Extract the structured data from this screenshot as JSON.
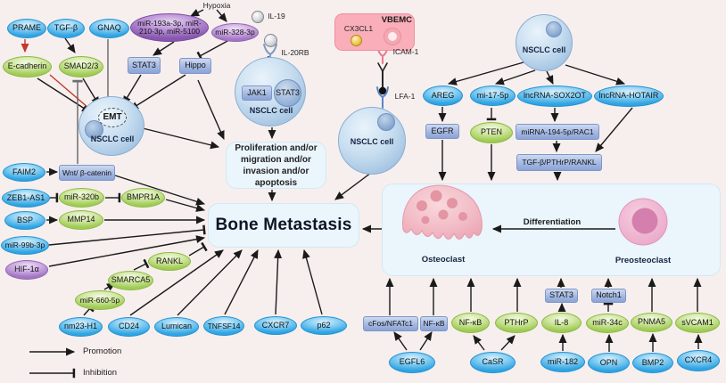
{
  "title": "NSCLC bone metastasis signaling diagram",
  "n": {
    "prame": "PRAME",
    "tgfb": "TGF-β",
    "gnaq": "GNAQ",
    "mir193": "miR-193a-3p, miR-210-3p, miR-5100",
    "hypoxia": "Hypoxia",
    "mir328": "miR-328-3p",
    "il19": "IL-19",
    "il20rb": "IL-20RB",
    "ecad": "E-cadherin",
    "smad23": "SMAD2/3",
    "stat3top": "STAT3",
    "hippo": "Hippo",
    "emt": "EMT",
    "nsclc1": "NSCLC cell",
    "jak1": "JAK1",
    "stat3cell": "STAT3",
    "nsclc2": "NSCLC cell",
    "vbemc": "VBEMC",
    "cx3cl1": "CX3CL1",
    "icam1": "ICAM-1",
    "lfa1": "LFA-1",
    "nsclc3": "NSCLC cell",
    "nsclc4": "NSCLC cell",
    "areg": "AREG",
    "mi17": "mi-17-5p",
    "sox2ot": "lncRNA-SOX2OT",
    "hotair": "lncRNA-HOTAIR",
    "egfr": "EGFR",
    "pten": "PTEN",
    "mirna194": "miRNA-194-5p/RAC1",
    "tgfrankl": "TGF-β/PTHrP/RANKL",
    "faim2": "FAIM2",
    "wnt": "Wnt/ β-catenin",
    "zeb1as1": "ZEB1-AS1",
    "mir320b": "miR-320b",
    "bmpr1a": "BMPR1A",
    "bsp": "BSP",
    "mmp14": "MMP14",
    "mir99b": "miR-99b-3p",
    "hif1a": "HIF-1α",
    "rankl": "RANKL",
    "smarca5": "SMARCA5",
    "mir660": "miR-660-5p",
    "nm23h1": "nm23-H1",
    "cd24": "CD24",
    "lumican": "Lumican",
    "tnfsf14": "TNFSF14",
    "cxcr7": "CXCR7",
    "p62": "p62",
    "prolif": "Proliferation and/or\nmigration and/or\ninvasion and/or\napoptosis",
    "bone": "Bone Metastasis",
    "osteoclast": "Osteoclast",
    "preosteoclast": "Preosteoclast",
    "differentiation": "Differentiation",
    "cfos": "cFos/NFATc1",
    "nfkbR": "NF-κB",
    "nfkbG": "NF-κB",
    "pthrp": "PTHrP",
    "il8": "IL-8",
    "mir34c": "miR-34c",
    "pnma5": "PNMA5",
    "svcam1": "sVCAM1",
    "stat3b": "STAT3",
    "notch1": "Notch1",
    "egfl6": "EGFL6",
    "casr": "CaSR",
    "mir182": "miR-182",
    "opn": "OPN",
    "bmp2": "BMP2",
    "cxcr4": "CXCR4"
  },
  "legend": {
    "promotion": "Promotion",
    "inhibition": "Inhibition"
  },
  "colors": {
    "background": "#f7efee",
    "blue_node": "#2fa4e2",
    "green_node": "#a0cb55",
    "purple_node": "#8757ae",
    "rect_node": "#8ba3d6",
    "light_blue_box": "#eaf5fc",
    "pink_box": "#f9aeb9",
    "inhibition_red": "#c0392b",
    "arrow_black": "#1a1a1a",
    "osteoclast_pink": "#efadba",
    "preosteoclast_pink": "#d57fae"
  },
  "edges": [
    [
      "Hypoxia",
      "miR-193a-3p, miR-210-3p, miR-5100",
      "promotion"
    ],
    [
      "Hypoxia",
      "miR-328-3p",
      "promotion"
    ],
    [
      "PRAME",
      "E-cadherin",
      "promotion-red"
    ],
    [
      "TGF-β",
      "SMAD2/3",
      "promotion"
    ],
    [
      "GNAQ",
      "EMT",
      "inhibition"
    ],
    [
      "miR-193a-3p, miR-210-3p, miR-5100",
      "STAT3",
      "promotion"
    ],
    [
      "miR-328-3p",
      "Hippo",
      "inhibition"
    ],
    [
      "STAT3",
      "EMT",
      "promotion"
    ],
    [
      "Hippo",
      "EMT",
      "promotion"
    ],
    [
      "SMAD2/3",
      "EMT",
      "promotion"
    ],
    [
      "E-cadherin",
      "EMT",
      "promotion"
    ],
    [
      "E-cadherin",
      "EMT",
      "inhibition-red"
    ],
    [
      "Wnt/ β-catenin",
      "SMAD2/3",
      "inhibition"
    ],
    [
      "NSCLC cell (EMT)",
      "Proliferation and/or migration and/or invasion and/or apoptosis",
      "promotion"
    ],
    [
      "Hippo",
      "Proliferation and/or migration and/or invasion and/or apoptosis",
      "promotion"
    ],
    [
      "IL-19 / IL-20RB",
      "JAK1",
      "promotion"
    ],
    [
      "JAK1",
      "STAT3",
      "promotion"
    ],
    [
      "NSCLC cell (JAK1/STAT3)",
      "Proliferation and/or migration and/or invasion and/or apoptosis",
      "promotion"
    ],
    [
      "Proliferation and/or migration and/or invasion and/or apoptosis",
      "Bone Metastasis",
      "promotion"
    ],
    [
      "CX3CL1",
      "ICAM-1",
      "promotion"
    ],
    [
      "ICAM-1",
      "LFA-1",
      "binding"
    ],
    [
      "NSCLC cell (LFA-1)",
      "Bone Metastasis",
      "promotion"
    ],
    [
      "FAIM2",
      "Wnt/ β-catenin",
      "promotion"
    ],
    [
      "Wnt/ β-catenin",
      "Bone Metastasis",
      "promotion"
    ],
    [
      "ZEB1-AS1",
      "miR-320b",
      "inhibition"
    ],
    [
      "miR-320b",
      "BMPR1A",
      "inhibition"
    ],
    [
      "BMPR1A",
      "Bone Metastasis",
      "promotion"
    ],
    [
      "BSP",
      "MMP14",
      "promotion"
    ],
    [
      "MMP14",
      "Bone Metastasis",
      "promotion"
    ],
    [
      "miR-99b-3p",
      "Bone Metastasis",
      "inhibition"
    ],
    [
      "HIF-1α",
      "Bone Metastasis",
      "promotion"
    ],
    [
      "nm23-H1",
      "miR-660-5p",
      "inhibition"
    ],
    [
      "miR-660-5p",
      "SMARCA5",
      "promotion"
    ],
    [
      "SMARCA5",
      "RANKL",
      "inhibition"
    ],
    [
      "RANKL",
      "Bone Metastasis",
      "inhibition"
    ],
    [
      "CD24",
      "Bone Metastasis",
      "promotion"
    ],
    [
      "Lumican",
      "Bone Metastasis",
      "promotion"
    ],
    [
      "TNFSF14",
      "Bone Metastasis",
      "promotion"
    ],
    [
      "CXCR7",
      "Bone Metastasis",
      "promotion"
    ],
    [
      "p62",
      "Bone Metastasis",
      "promotion"
    ],
    [
      "NSCLC cell",
      "AREG",
      "promotion"
    ],
    [
      "NSCLC cell",
      "mi-17-5p",
      "promotion"
    ],
    [
      "NSCLC cell",
      "lncRNA-SOX2OT",
      "promotion"
    ],
    [
      "NSCLC cell",
      "lncRNA-HOTAIR",
      "promotion"
    ],
    [
      "AREG",
      "EGFR",
      "promotion"
    ],
    [
      "EGFR",
      "Osteoclast",
      "promotion"
    ],
    [
      "mi-17-5p",
      "PTEN",
      "inhibition"
    ],
    [
      "PTEN",
      "Osteoclast",
      "promotion"
    ],
    [
      "lncRNA-SOX2OT",
      "miRNA-194-5p/RAC1",
      "promotion"
    ],
    [
      "miRNA-194-5p/RAC1",
      "TGF-β/PTHrP/RANKL",
      "promotion"
    ],
    [
      "lncRNA-HOTAIR",
      "TGF-β/PTHrP/RANKL",
      "promotion"
    ],
    [
      "TGF-β/PTHrP/RANKL",
      "Osteoclast",
      "promotion"
    ],
    [
      "Preosteoclast",
      "Osteoclast",
      "differentiation"
    ],
    [
      "Osteoclast",
      "Bone Metastasis",
      "promotion"
    ],
    [
      "EGFL6",
      "cFos/NFATc1",
      "promotion"
    ],
    [
      "EGFL6",
      "NF-κB",
      "promotion"
    ],
    [
      "cFos/NFATc1",
      "Osteoclast",
      "promotion"
    ],
    [
      "NF-κB (rect)",
      "Osteoclast",
      "promotion"
    ],
    [
      "CaSR",
      "NF-κB",
      "promotion"
    ],
    [
      "CaSR",
      "PTHrP",
      "promotion"
    ],
    [
      "NF-κB (ellipse)",
      "Osteoclast",
      "promotion"
    ],
    [
      "PTHrP",
      "Osteoclast",
      "promotion"
    ],
    [
      "miR-182",
      "IL-8",
      "promotion"
    ],
    [
      "IL-8",
      "STAT3",
      "promotion"
    ],
    [
      "STAT3",
      "Osteoclast",
      "promotion"
    ],
    [
      "OPN",
      "miR-34c",
      "promotion"
    ],
    [
      "miR-34c",
      "Notch1",
      "inhibition"
    ],
    [
      "Notch1",
      "Osteoclast",
      "promotion"
    ],
    [
      "BMP2",
      "PNMA5",
      "promotion"
    ],
    [
      "PNMA5",
      "Osteoclast",
      "promotion"
    ],
    [
      "CXCR4",
      "sVCAM1",
      "promotion"
    ],
    [
      "sVCAM1",
      "Osteoclast",
      "promotion"
    ]
  ]
}
